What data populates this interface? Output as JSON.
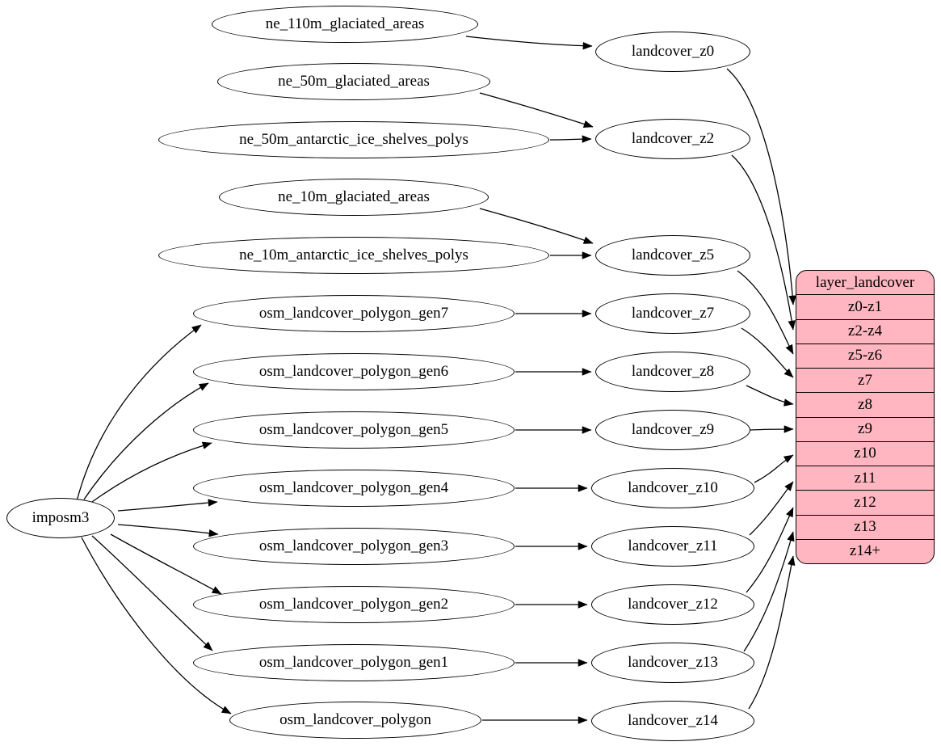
{
  "colors": {
    "record_fill": "#ffb6c1",
    "node_fill": "#ffffff",
    "stroke": "#000000",
    "background": "#ffffff"
  },
  "nodes": {
    "imposm3": "imposm3",
    "ne_110m_glaciated_areas": "ne_110m_glaciated_areas",
    "ne_50m_glaciated_areas": "ne_50m_glaciated_areas",
    "ne_50m_antarctic_ice_shelves_polys": "ne_50m_antarctic_ice_shelves_polys",
    "ne_10m_glaciated_areas": "ne_10m_glaciated_areas",
    "ne_10m_antarctic_ice_shelves_polys": "ne_10m_antarctic_ice_shelves_polys",
    "osm_landcover_polygon_gen7": "osm_landcover_polygon_gen7",
    "osm_landcover_polygon_gen6": "osm_landcover_polygon_gen6",
    "osm_landcover_polygon_gen5": "osm_landcover_polygon_gen5",
    "osm_landcover_polygon_gen4": "osm_landcover_polygon_gen4",
    "osm_landcover_polygon_gen3": "osm_landcover_polygon_gen3",
    "osm_landcover_polygon_gen2": "osm_landcover_polygon_gen2",
    "osm_landcover_polygon_gen1": "osm_landcover_polygon_gen1",
    "osm_landcover_polygon": "osm_landcover_polygon",
    "landcover_z0": "landcover_z0",
    "landcover_z2": "landcover_z2",
    "landcover_z5": "landcover_z5",
    "landcover_z7": "landcover_z7",
    "landcover_z8": "landcover_z8",
    "landcover_z9": "landcover_z9",
    "landcover_z10": "landcover_z10",
    "landcover_z11": "landcover_z11",
    "landcover_z12": "landcover_z12",
    "landcover_z13": "landcover_z13",
    "landcover_z14": "landcover_z14"
  },
  "record": {
    "title": "layer_landcover",
    "rows": [
      "z0-z1",
      "z2-z4",
      "z5-z6",
      "z7",
      "z8",
      "z9",
      "z10",
      "z11",
      "z12",
      "z13",
      "z14+"
    ]
  },
  "edges": [
    {
      "from": "ne_110m_glaciated_areas",
      "to": "landcover_z0"
    },
    {
      "from": "ne_50m_glaciated_areas",
      "to": "landcover_z2"
    },
    {
      "from": "ne_50m_antarctic_ice_shelves_polys",
      "to": "landcover_z2"
    },
    {
      "from": "ne_10m_glaciated_areas",
      "to": "landcover_z5"
    },
    {
      "from": "ne_10m_antarctic_ice_shelves_polys",
      "to": "landcover_z5"
    },
    {
      "from": "imposm3",
      "to": "osm_landcover_polygon_gen7"
    },
    {
      "from": "imposm3",
      "to": "osm_landcover_polygon_gen6"
    },
    {
      "from": "imposm3",
      "to": "osm_landcover_polygon_gen5"
    },
    {
      "from": "imposm3",
      "to": "osm_landcover_polygon_gen4"
    },
    {
      "from": "imposm3",
      "to": "osm_landcover_polygon_gen3"
    },
    {
      "from": "imposm3",
      "to": "osm_landcover_polygon_gen2"
    },
    {
      "from": "imposm3",
      "to": "osm_landcover_polygon_gen1"
    },
    {
      "from": "imposm3",
      "to": "osm_landcover_polygon"
    },
    {
      "from": "osm_landcover_polygon_gen7",
      "to": "landcover_z7"
    },
    {
      "from": "osm_landcover_polygon_gen6",
      "to": "landcover_z8"
    },
    {
      "from": "osm_landcover_polygon_gen5",
      "to": "landcover_z9"
    },
    {
      "from": "osm_landcover_polygon_gen4",
      "to": "landcover_z10"
    },
    {
      "from": "osm_landcover_polygon_gen3",
      "to": "landcover_z11"
    },
    {
      "from": "osm_landcover_polygon_gen2",
      "to": "landcover_z12"
    },
    {
      "from": "osm_landcover_polygon_gen1",
      "to": "landcover_z13"
    },
    {
      "from": "osm_landcover_polygon",
      "to": "landcover_z14"
    },
    {
      "from": "landcover_z0",
      "to": "layer_landcover:z0-z1"
    },
    {
      "from": "landcover_z2",
      "to": "layer_landcover:z2-z4"
    },
    {
      "from": "landcover_z5",
      "to": "layer_landcover:z5-z6"
    },
    {
      "from": "landcover_z7",
      "to": "layer_landcover:z7"
    },
    {
      "from": "landcover_z8",
      "to": "layer_landcover:z8"
    },
    {
      "from": "landcover_z9",
      "to": "layer_landcover:z9"
    },
    {
      "from": "landcover_z10",
      "to": "layer_landcover:z10"
    },
    {
      "from": "landcover_z11",
      "to": "layer_landcover:z11"
    },
    {
      "from": "landcover_z12",
      "to": "layer_landcover:z12"
    },
    {
      "from": "landcover_z13",
      "to": "layer_landcover:z13"
    },
    {
      "from": "landcover_z14",
      "to": "layer_landcover:z14+"
    }
  ]
}
